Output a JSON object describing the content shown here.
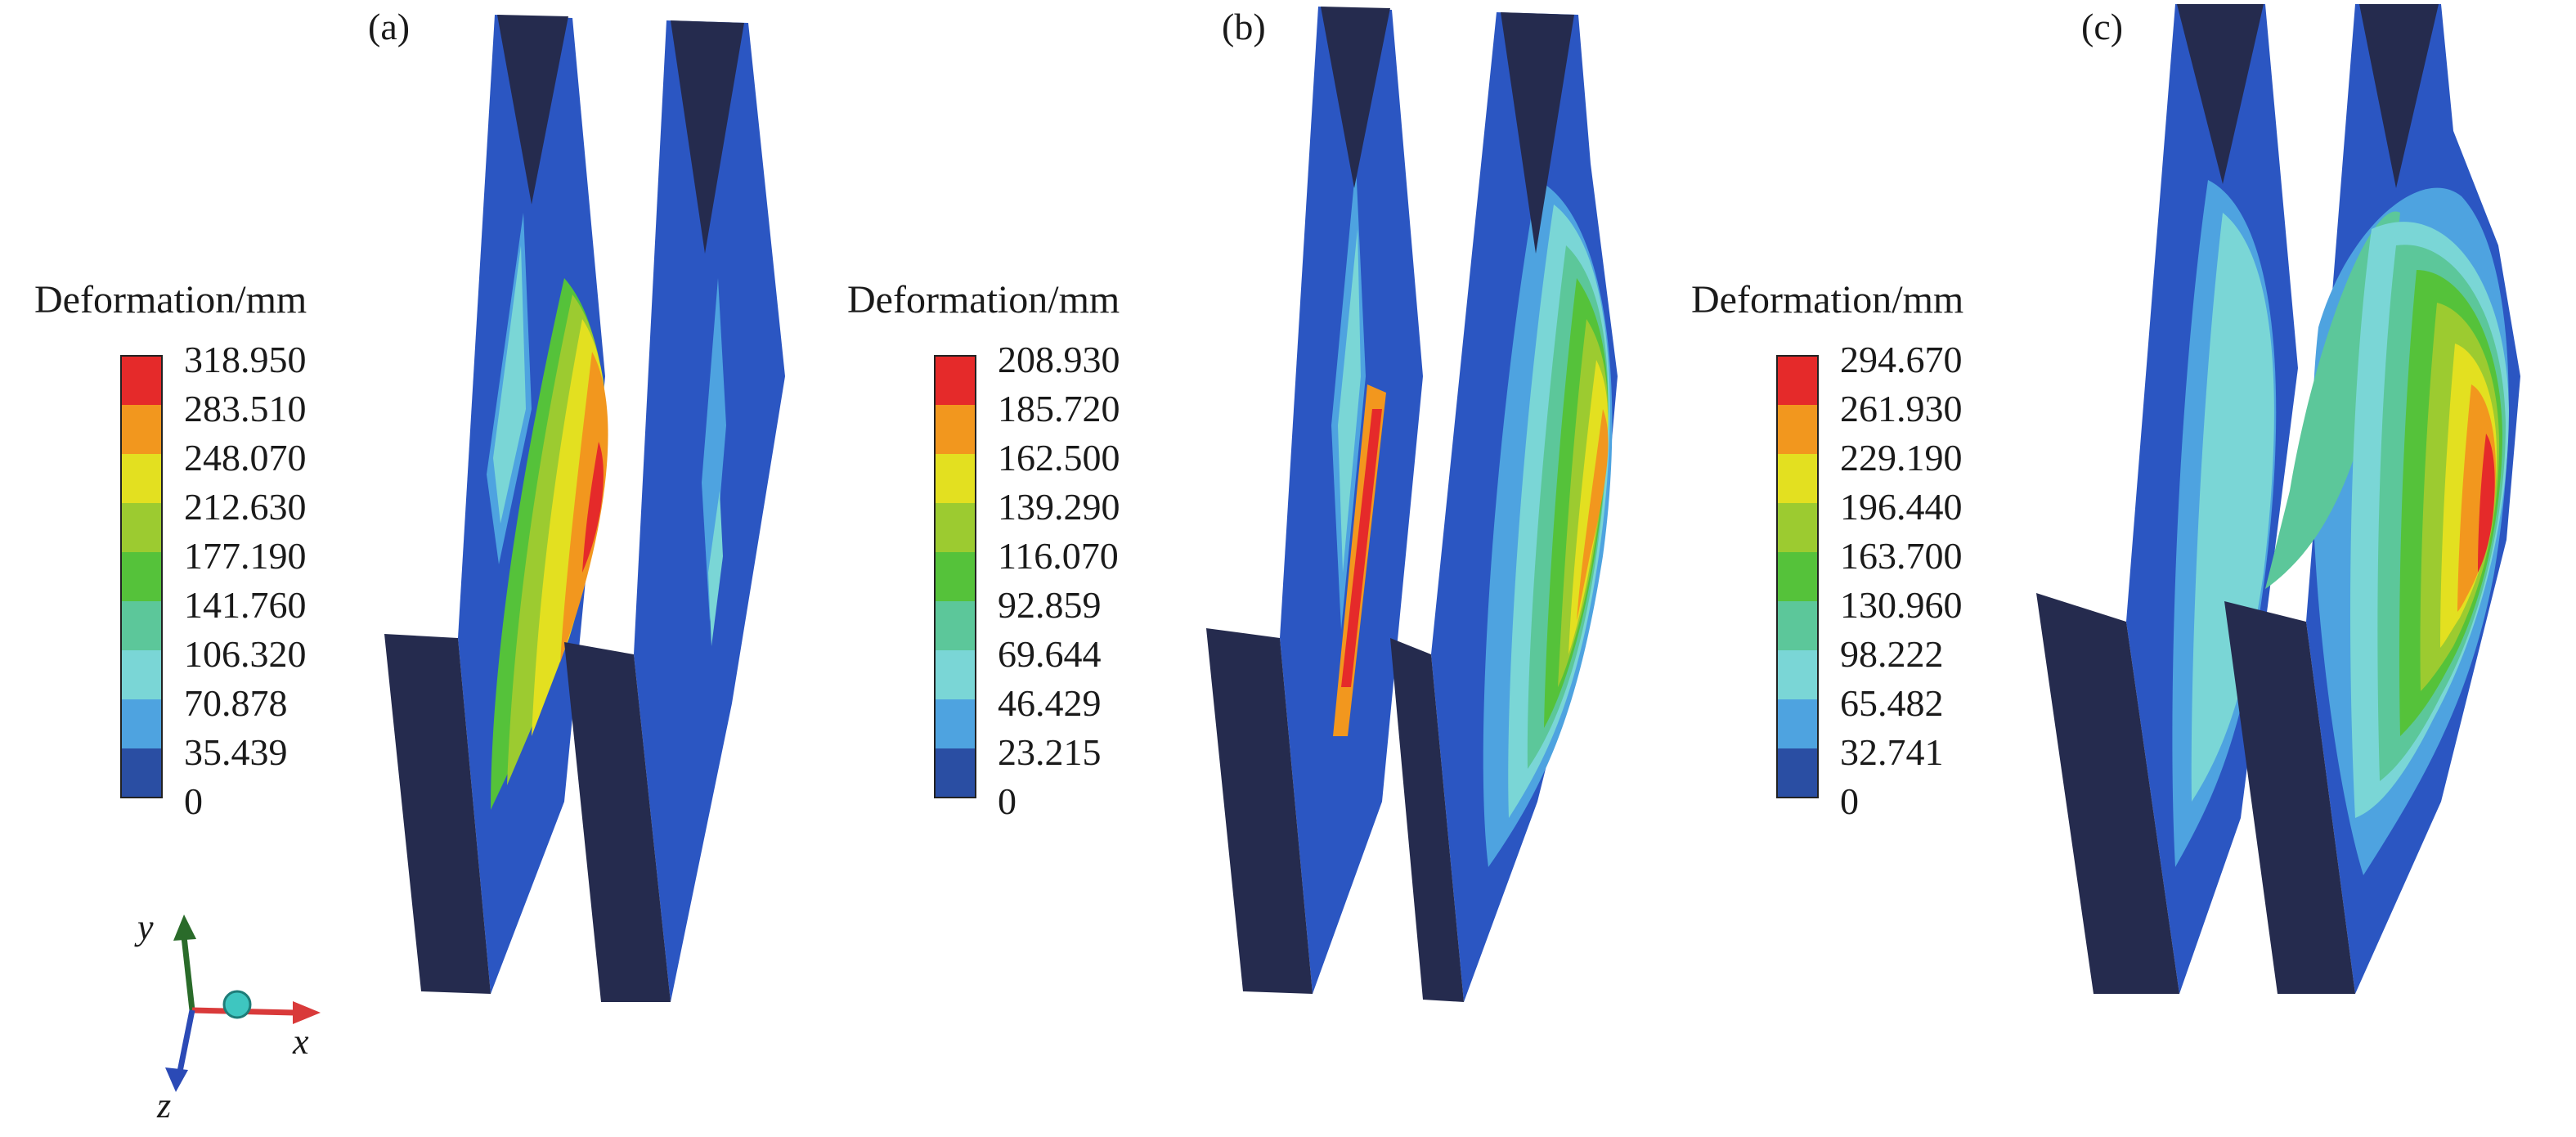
{
  "colors": {
    "scale": [
      "#2a4ea3",
      "#4ea3e0",
      "#7ad6d6",
      "#5cc79a",
      "#55c23a",
      "#9ccb30",
      "#e3e020",
      "#f2971e",
      "#e52a2a"
    ],
    "side_face": "#252b4e",
    "plate_base": "#2b56c2",
    "axis_y": "#2a6b2a",
    "axis_x": "#d93a3a",
    "axis_z": "#2b4ab6",
    "axis_origin": "#3ec6c0"
  },
  "panels": [
    {
      "label": "(a)",
      "legend_title": "Deformation/mm",
      "legend_values": [
        "318.950",
        "283.510",
        "248.070",
        "212.630",
        "177.190",
        "141.760",
        "106.320",
        "70.878",
        "35.439",
        "0"
      ]
    },
    {
      "label": "(b)",
      "legend_title": "Deformation/mm",
      "legend_values": [
        "208.930",
        "185.720",
        "162.500",
        "139.290",
        "116.070",
        "92.859",
        "69.644",
        "46.429",
        "23.215",
        "0"
      ]
    },
    {
      "label": "(c)",
      "legend_title": "Deformation/mm",
      "legend_values": [
        "294.670",
        "261.930",
        "229.190",
        "196.440",
        "163.700",
        "130.960",
        "98.222",
        "65.482",
        "32.741",
        "0"
      ]
    }
  ],
  "triad": {
    "x_label": "x",
    "y_label": "y",
    "z_label": "z"
  }
}
